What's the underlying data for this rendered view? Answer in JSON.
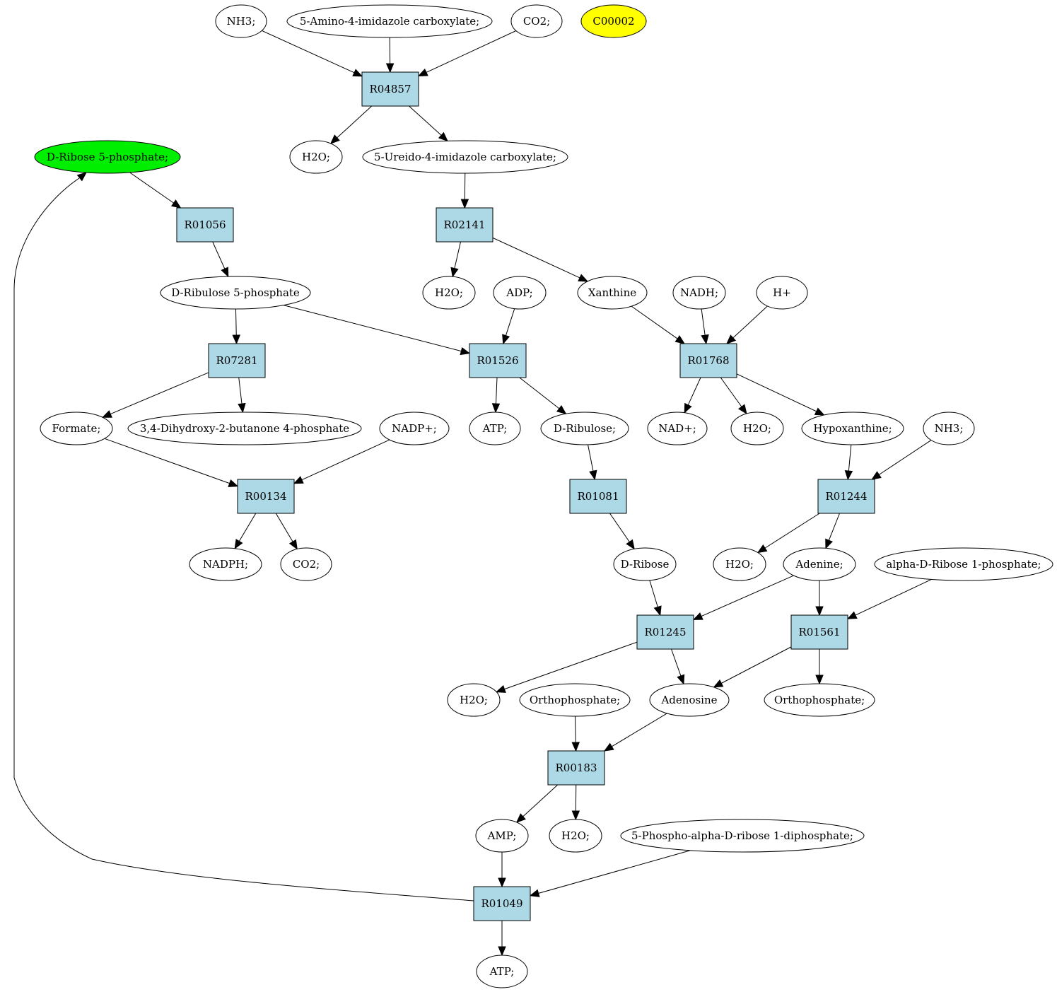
{
  "colors": {
    "compound": "#ffffff",
    "reaction": "#add8e6",
    "source": "#00ee00",
    "highlight": "#ffff00",
    "stroke": "#000000"
  },
  "compounds": {
    "c_nh3_top": "NH3;",
    "c_aica": "5-Amino-4-imidazole carboxylate;",
    "c_co2_top": "CO2;",
    "c00002": "C00002",
    "c_h2o_1": "H2O;",
    "c_uica": "5-Ureido-4-imidazole carboxylate;",
    "c_r5p": "D-Ribose 5-phosphate;",
    "c_ru5p": "D-Ribulose 5-phosphate",
    "c_h2o_2": "H2O;",
    "c_adp": "ADP;",
    "c_xanthine": "Xanthine",
    "c_nadh": "NADH;",
    "c_hplus": "H+",
    "c_formate": "Formate;",
    "c_dhbp": "3,4-Dihydroxy-2-butanone 4-phosphate",
    "c_nadpplus": "NADP+;",
    "c_atp_1": "ATP;",
    "c_ribulose": "D-Ribulose;",
    "c_nadplus": "NAD+;",
    "c_h2o_3": "H2O;",
    "c_hypoxanthine": "Hypoxanthine;",
    "c_nh3_2": "NH3;",
    "c_nadph": "NADPH;",
    "c_co2_2": "CO2;",
    "c_ribose": "D-Ribose",
    "c_h2o_4": "H2O;",
    "c_adenine": "Adenine;",
    "c_ar1p": "alpha-D-Ribose 1-phosphate;",
    "c_h2o_5": "H2O;",
    "c_pi_1": "Orthophosphate;",
    "c_adenosine": "Adenosine",
    "c_pi_2": "Orthophosphate;",
    "c_amp": "AMP;",
    "c_h2o_6": "H2O;",
    "c_prpp": "5-Phospho-alpha-D-ribose 1-diphosphate;",
    "c_atp_2": "ATP;"
  },
  "reactions": {
    "r04857": "R04857",
    "r01056": "R01056",
    "r02141": "R02141",
    "r07281": "R07281",
    "r01526": "R01526",
    "r01768": "R01768",
    "r00134": "R00134",
    "r01081": "R01081",
    "r01244": "R01244",
    "r01245": "R01245",
    "r01561": "R01561",
    "r00183": "R00183",
    "r01049": "R01049"
  },
  "edges": [
    [
      "c_nh3_top",
      "r04857"
    ],
    [
      "c_aica",
      "r04857"
    ],
    [
      "c_co2_top",
      "r04857"
    ],
    [
      "r04857",
      "c_h2o_1"
    ],
    [
      "r04857",
      "c_uica"
    ],
    [
      "c_r5p",
      "r01056"
    ],
    [
      "r01056",
      "c_ru5p"
    ],
    [
      "c_uica",
      "r02141"
    ],
    [
      "r02141",
      "c_h2o_2"
    ],
    [
      "r02141",
      "c_xanthine"
    ],
    [
      "c_ru5p",
      "r07281"
    ],
    [
      "c_ru5p",
      "r01526"
    ],
    [
      "c_adp",
      "r01526"
    ],
    [
      "c_xanthine",
      "r01768"
    ],
    [
      "c_nadh",
      "r01768"
    ],
    [
      "c_hplus",
      "r01768"
    ],
    [
      "r07281",
      "c_formate"
    ],
    [
      "r07281",
      "c_dhbp"
    ],
    [
      "r01526",
      "c_atp_1"
    ],
    [
      "r01526",
      "c_ribulose"
    ],
    [
      "r01768",
      "c_nadplus"
    ],
    [
      "r01768",
      "c_h2o_3"
    ],
    [
      "r01768",
      "c_hypoxanthine"
    ],
    [
      "c_formate",
      "r00134"
    ],
    [
      "c_nadpplus",
      "r00134"
    ],
    [
      "c_ribulose",
      "r01081"
    ],
    [
      "c_hypoxanthine",
      "r01244"
    ],
    [
      "c_nh3_2",
      "r01244"
    ],
    [
      "r00134",
      "c_nadph"
    ],
    [
      "r00134",
      "c_co2_2"
    ],
    [
      "r01081",
      "c_ribose"
    ],
    [
      "r01244",
      "c_h2o_4"
    ],
    [
      "r01244",
      "c_adenine"
    ],
    [
      "c_ribose",
      "r01245"
    ],
    [
      "c_adenine",
      "r01245"
    ],
    [
      "c_adenine",
      "r01561"
    ],
    [
      "c_ar1p",
      "r01561"
    ],
    [
      "r01245",
      "c_h2o_5"
    ],
    [
      "r01245",
      "c_adenosine"
    ],
    [
      "r01561",
      "c_adenosine"
    ],
    [
      "r01561",
      "c_pi_2"
    ],
    [
      "c_pi_1",
      "r00183"
    ],
    [
      "c_adenosine",
      "r00183"
    ],
    [
      "r00183",
      "c_amp"
    ],
    [
      "r00183",
      "c_h2o_6"
    ],
    [
      "c_amp",
      "r01049"
    ],
    [
      "c_prpp",
      "r01049"
    ],
    [
      "r01049",
      "c_atp_2"
    ],
    [
      "r01049",
      "c_r5p"
    ]
  ]
}
